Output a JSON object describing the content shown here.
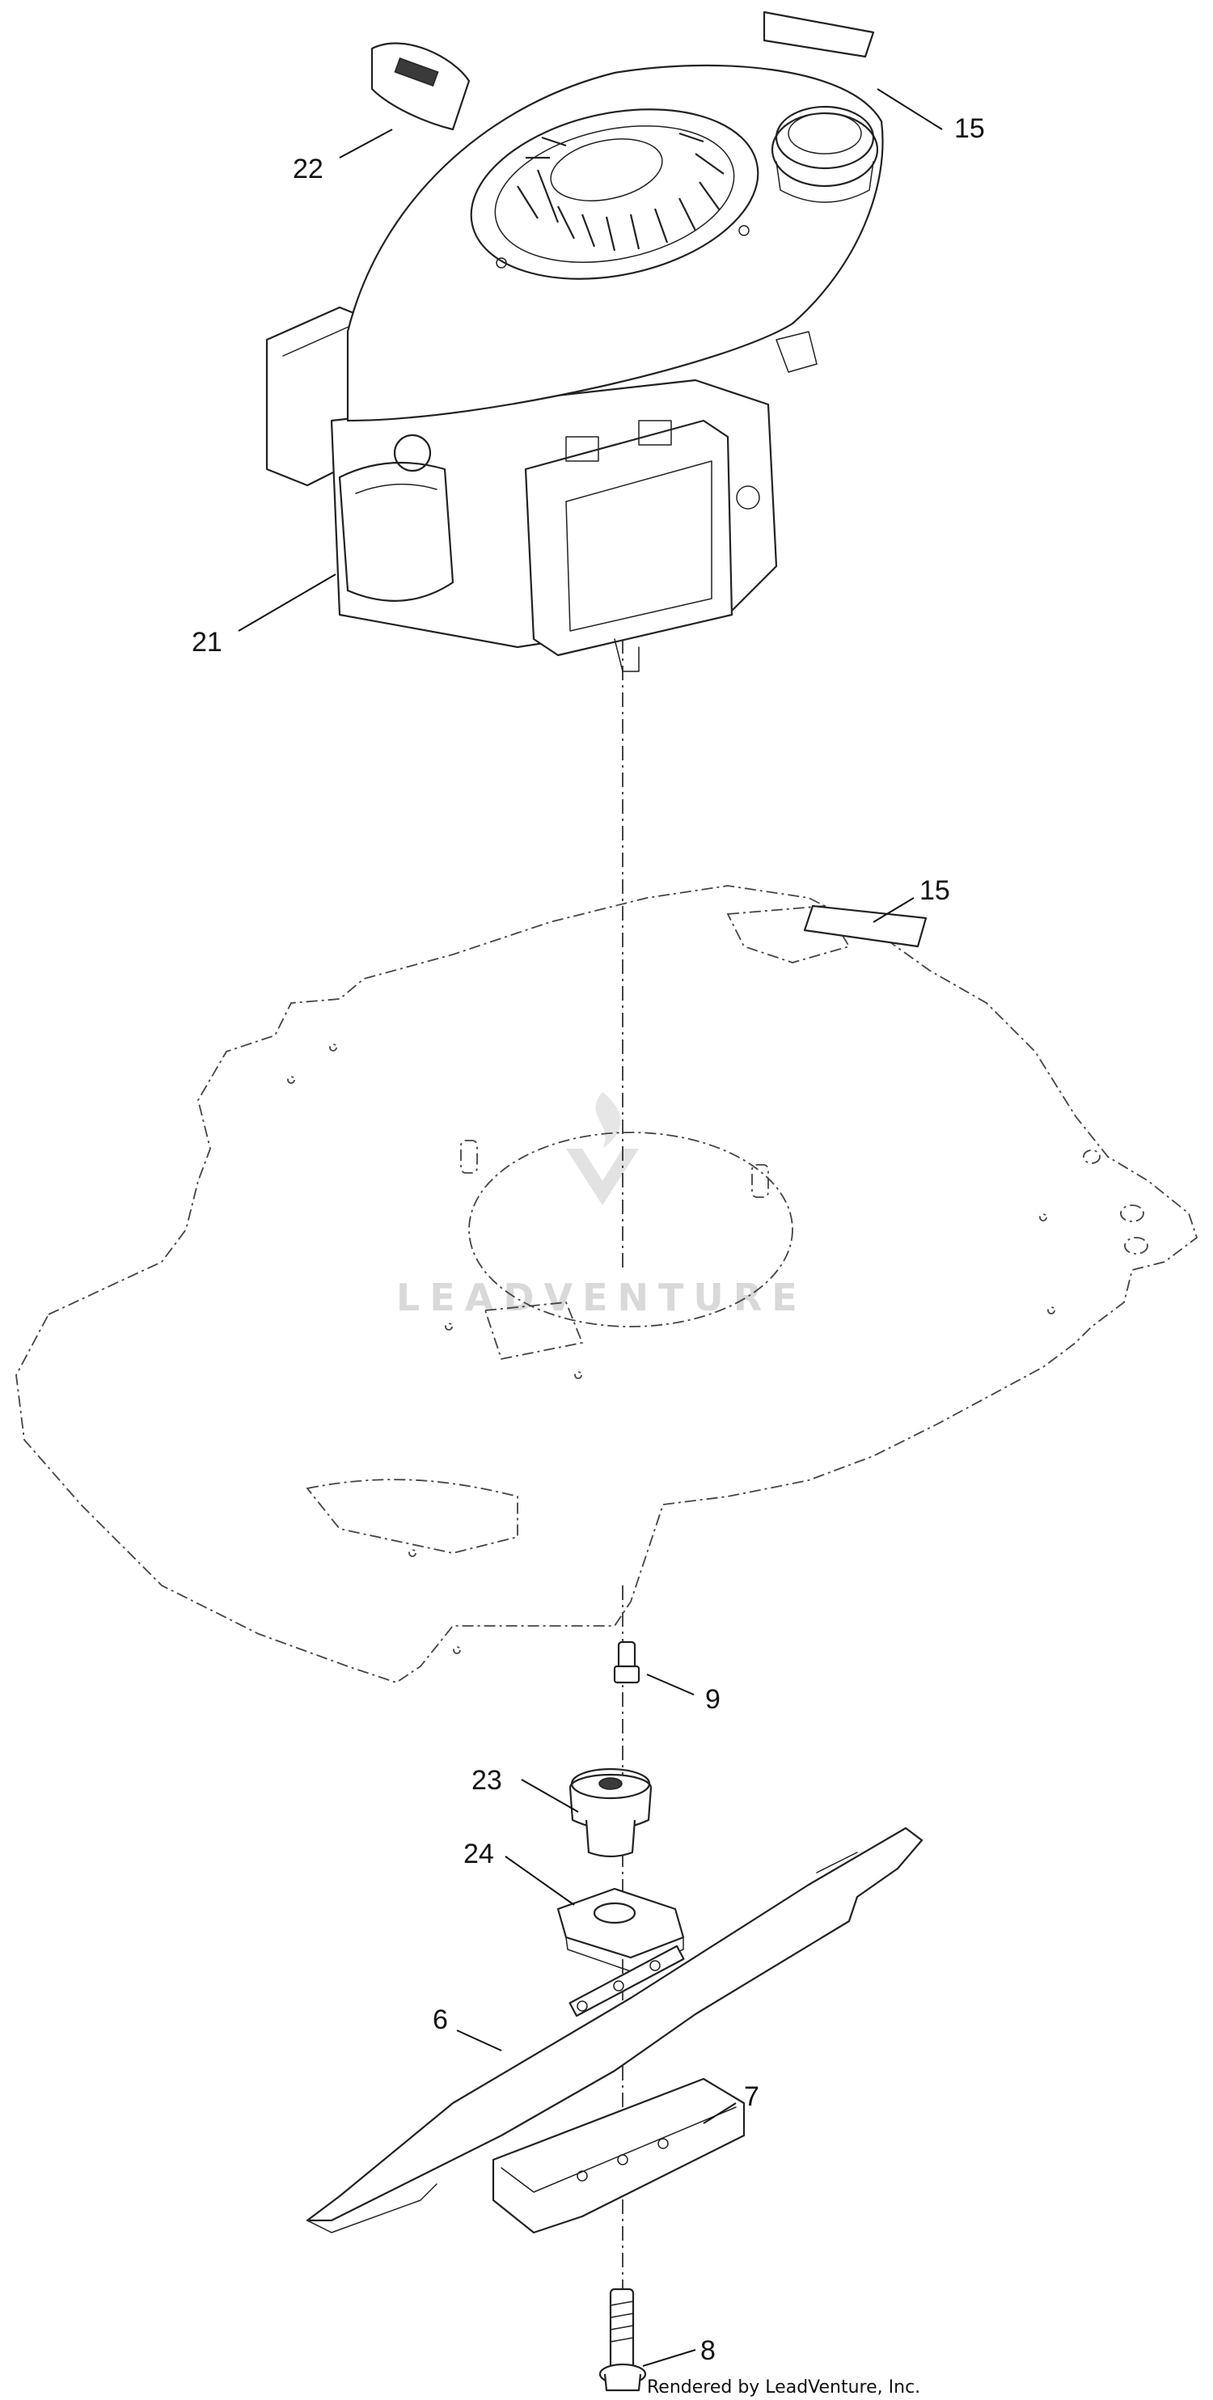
{
  "callouts": [
    {
      "id": "c15a",
      "label": "15"
    },
    {
      "id": "c22",
      "label": "22"
    },
    {
      "id": "c21",
      "label": "21"
    },
    {
      "id": "c15b",
      "label": "15"
    },
    {
      "id": "c9",
      "label": "9"
    },
    {
      "id": "c23",
      "label": "23"
    },
    {
      "id": "c24",
      "label": "24"
    },
    {
      "id": "c6",
      "label": "6"
    },
    {
      "id": "c7",
      "label": "7"
    },
    {
      "id": "c8",
      "label": "8"
    }
  ],
  "watermark": "LEADVENTURE",
  "credit": "Rendered by LeadVenture, Inc."
}
